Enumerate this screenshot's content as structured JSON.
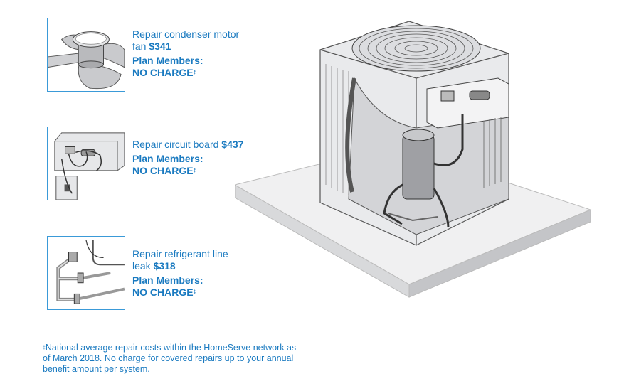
{
  "repairs": [
    {
      "title": "Repair condenser motor fan",
      "price": "$341",
      "plan_label": "Plan Members:",
      "plan_value": "NO CHARGE",
      "mark": "‡",
      "icon": "fan-motor-icon"
    },
    {
      "title": "Repair circuit board",
      "price": "$437",
      "plan_label": "Plan Members:",
      "plan_value": "NO CHARGE",
      "mark": "‡",
      "icon": "circuit-board-icon"
    },
    {
      "title": "Repair refrigerant line leak",
      "price": "$318",
      "plan_label": "Plan Members:",
      "plan_value": "NO CHARGE",
      "mark": "‡",
      "icon": "refrigerant-line-icon"
    }
  ],
  "footnote": {
    "mark": "‡",
    "text": "National average repair costs within the HomeServe network as of March 2018. No charge for covered repairs up to your annual benefit amount per system."
  },
  "colors": {
    "accent": "#1a7ac0",
    "border": "#3a9ad8"
  }
}
